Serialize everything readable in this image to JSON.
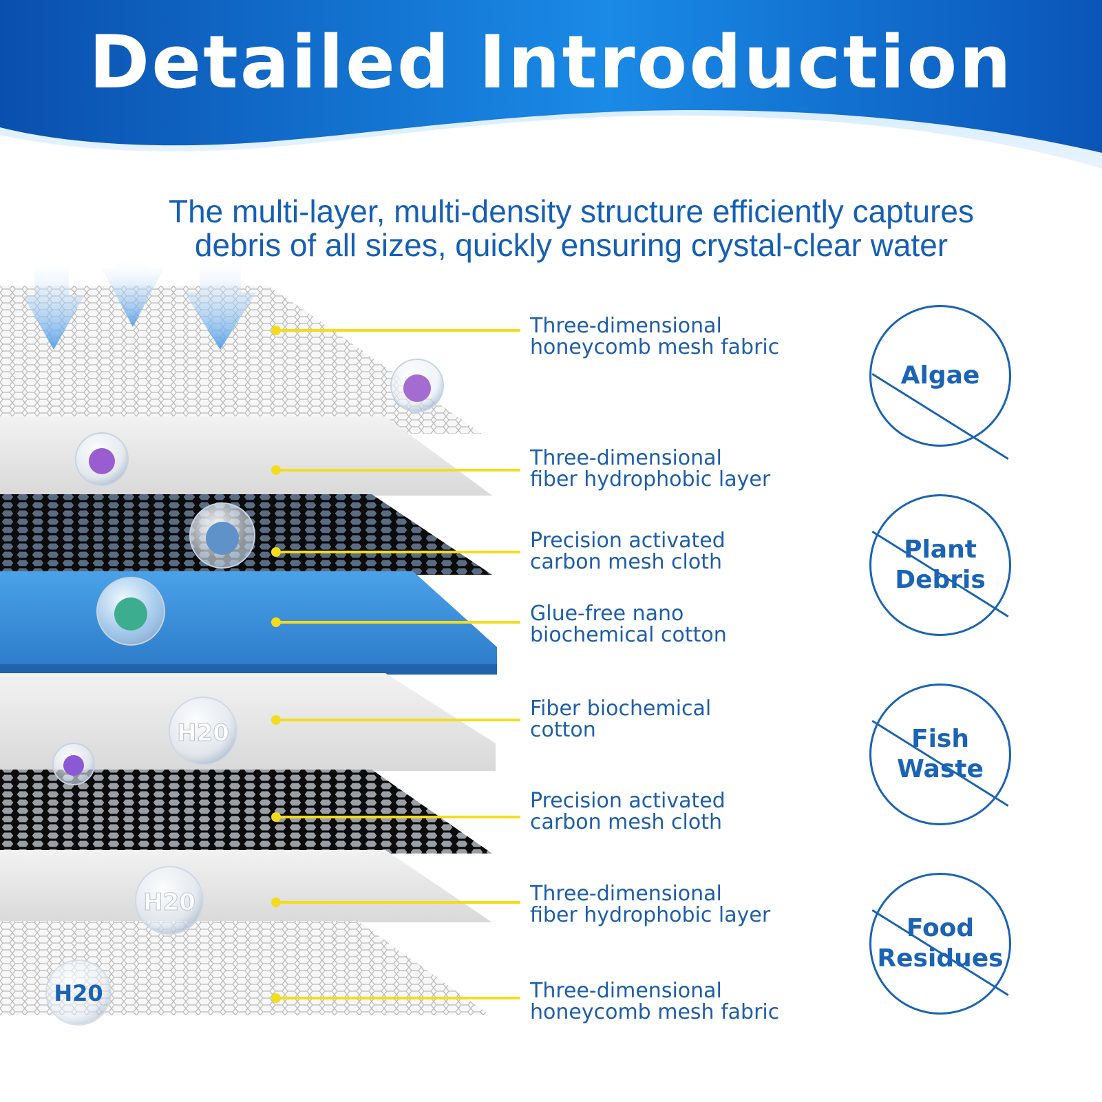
{
  "header": {
    "title": "Detailed Introduction",
    "subtitle_lines": [
      "The multi-layer, multi-density structure efficiently captures",
      "debris of all sizes, quickly ensuring crystal-clear water"
    ]
  },
  "colors": {
    "banner_blue": "#0a5dc2",
    "banner_light": "#1e8be6",
    "text_blue": "#1d5ea9",
    "leader_yellow": "#f4dc1d",
    "foam_blue": "#3a8fd9"
  },
  "layers": [
    {
      "label_lines": [
        "Three-dimensional",
        "honeycomb mesh fabric"
      ]
    },
    {
      "label_lines": [
        "Three-dimensional",
        "fiber hydrophobic layer"
      ]
    },
    {
      "label_lines": [
        "Precision activated",
        "carbon mesh cloth"
      ]
    },
    {
      "label_lines": [
        "Glue-free nano",
        "biochemical cotton"
      ]
    },
    {
      "label_lines": [
        "Fiber biochemical",
        "cotton"
      ]
    },
    {
      "label_lines": [
        "Precision activated",
        "carbon mesh cloth"
      ]
    },
    {
      "label_lines": [
        "Three-dimensional",
        "fiber hydrophobic layer"
      ]
    },
    {
      "label_lines": [
        "Three-dimensional",
        "honeycomb mesh fabric"
      ]
    }
  ],
  "bubbles": {
    "water_label": "H20"
  },
  "badges": [
    {
      "lines": [
        "Algae"
      ],
      "icon": "prohibited-icon"
    },
    {
      "lines": [
        "Plant",
        "Debris"
      ],
      "icon": "prohibited-icon"
    },
    {
      "lines": [
        "Fish",
        "Waste"
      ],
      "icon": "prohibited-icon"
    },
    {
      "lines": [
        "Food",
        "Residues"
      ],
      "icon": "prohibited-icon"
    }
  ]
}
